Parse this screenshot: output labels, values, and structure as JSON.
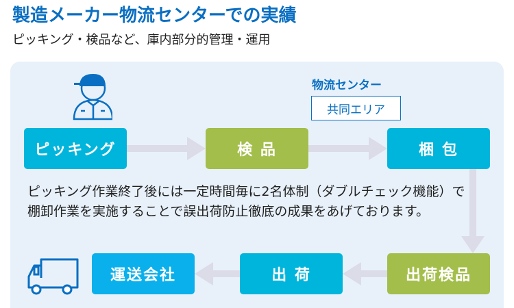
{
  "title": "製造メーカー物流センターでの実績",
  "subtitle": "ピッキング・検品など、庫内部分的管理・運用",
  "center_label": "物流センター",
  "area_label": "共同エリア",
  "steps": {
    "picking": "ピッキング",
    "inspection": "検 品",
    "packing": "梱 包",
    "ship_inspection": "出荷検品",
    "shipping": "出 荷",
    "carrier": "運送会社"
  },
  "description": "ピッキング作業終了後には一定時間毎に2名体制（ダブルチェック機能）で棚卸作業を実施することで誤出荷防止徹底の成果をあげております。",
  "colors": {
    "accent": "#0a6fc2",
    "blue": "#00b5dc",
    "green": "#a3be4a",
    "arrow": "#dcdbe8"
  }
}
